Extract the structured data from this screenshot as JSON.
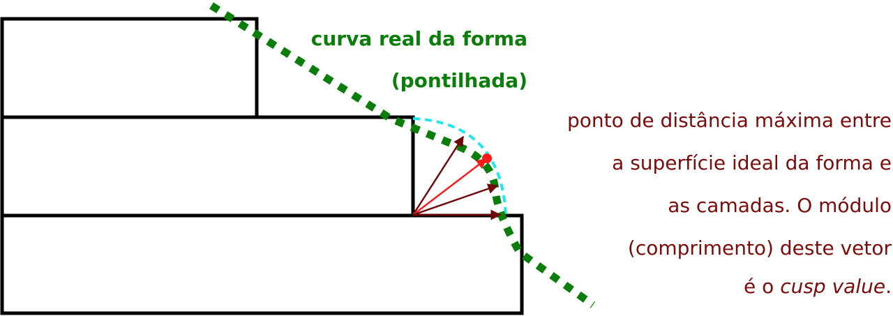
{
  "shape_label": {
    "line1": "curva real da forma",
    "line2": "(pontilhada)"
  },
  "annotation": {
    "line1": "ponto de distância máxima entre",
    "line2": "a superfície ideal da forma e",
    "line3": "as camadas. O módulo",
    "line4": "(comprimento) deste vetor",
    "line5_prefix": "é o ",
    "line5_italic": "cusp value",
    "line5_suffix": "."
  },
  "colors": {
    "layer_outline": "#000000",
    "real_curve": "#0a7d0a",
    "ideal_arc": "#22e5f0",
    "vectors": "#6e0a0a",
    "max_vector": "#ff1a1a",
    "green_text": "#0a7d0a",
    "red_text": "#7a0c0c"
  }
}
